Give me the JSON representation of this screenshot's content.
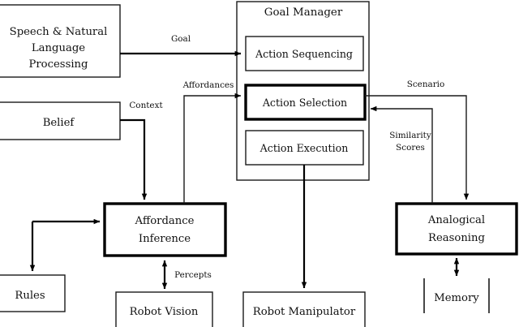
{
  "diagram": {
    "title": "Robot Cognitive Architecture Block Diagram",
    "type": "block-diagram",
    "background": "#ffffff",
    "stroke_color": "#000000",
    "nodes": [
      {
        "id": "snlp",
        "label_lines": [
          "Speech & Natural",
          "Language",
          "Processing"
        ],
        "emphasis": "normal"
      },
      {
        "id": "belief",
        "label_lines": [
          "Belief"
        ],
        "emphasis": "normal"
      },
      {
        "id": "rules",
        "label_lines": [
          "Rules"
        ],
        "emphasis": "normal"
      },
      {
        "id": "goalmgr",
        "label_lines": [
          "Goal Manager"
        ],
        "emphasis": "container"
      },
      {
        "id": "actseq",
        "label_lines": [
          "Action Sequencing"
        ],
        "emphasis": "normal"
      },
      {
        "id": "actsel",
        "label_lines": [
          "Action Selection"
        ],
        "emphasis": "bold"
      },
      {
        "id": "actexec",
        "label_lines": [
          "Action Execution"
        ],
        "emphasis": "normal"
      },
      {
        "id": "affinf",
        "label_lines": [
          "Affordance",
          "Inference"
        ],
        "emphasis": "bold"
      },
      {
        "id": "robovis",
        "label_lines": [
          "Robot Vision"
        ],
        "emphasis": "normal"
      },
      {
        "id": "robomanip",
        "label_lines": [
          "Robot Manipulator"
        ],
        "emphasis": "normal"
      },
      {
        "id": "analog",
        "label_lines": [
          "Analogical",
          "Reasoning"
        ],
        "emphasis": "bold"
      },
      {
        "id": "memory",
        "label_lines": [
          "Memory"
        ],
        "emphasis": "sides-only"
      }
    ],
    "edges": [
      {
        "id": "goal",
        "label": "Goal",
        "from": "snlp",
        "to": "actseq"
      },
      {
        "id": "affordances",
        "label": "Affordances",
        "from": "affinf",
        "to": "actsel"
      },
      {
        "id": "context",
        "label": "Context",
        "from": "belief",
        "to": "affinf"
      },
      {
        "id": "scenario",
        "label": "Scenario",
        "from": "actsel",
        "to": "analog"
      },
      {
        "id": "similarity",
        "label_lines": [
          "Similarity",
          "Scores"
        ],
        "from": "analog",
        "to": "actsel"
      },
      {
        "id": "percepts",
        "label": "Percepts",
        "from": "robovis",
        "to": "affinf",
        "bidirectional": true
      },
      {
        "id": "rules-link",
        "label": "",
        "from": "affinf",
        "to": "rules"
      },
      {
        "id": "exec-manip",
        "label": "",
        "from": "actexec",
        "to": "robomanip"
      },
      {
        "id": "analog-mem",
        "label": "",
        "from": "analog",
        "to": "memory",
        "bidirectional": true
      }
    ]
  }
}
